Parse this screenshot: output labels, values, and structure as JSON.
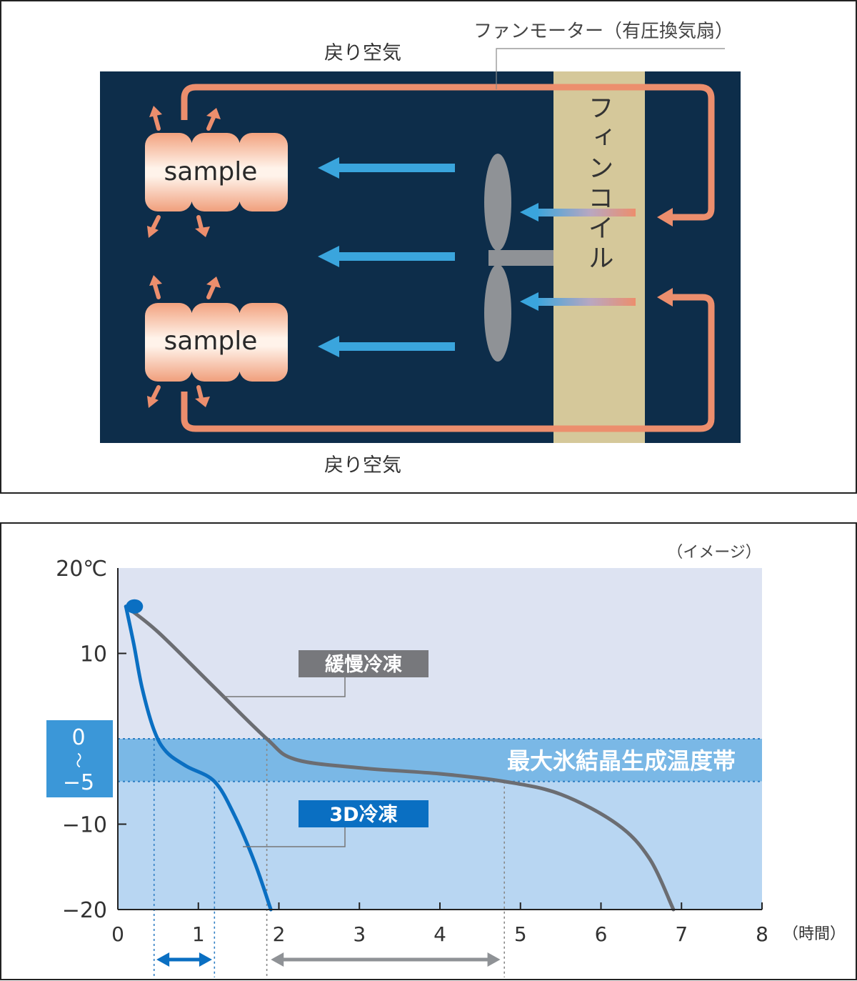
{
  "diagram": {
    "return_air_top": "戻り空気",
    "return_air_bottom": "戻り空気",
    "fan_motor_label": "ファンモーター（有圧換気扇）",
    "sample_1": "sample",
    "sample_2": "sample",
    "fin_coil_label": "フィンコイル",
    "colors": {
      "background": "#0d2d4a",
      "coil": "#d5c89a",
      "air_loop": "#ec8e6d",
      "cold_air": "#3aa5dd",
      "fan": "#8f9296"
    }
  },
  "chart": {
    "note": "（イメージ）",
    "y_unit_label": "20℃",
    "x_unit_label": "（時間）",
    "band_label_top": "0",
    "band_label_mid": "〜",
    "band_label_bottom": "−5",
    "band_title": "最大氷結晶生成温度帯",
    "slow_freeze_label": "緩慢冷凍",
    "fast_freeze_label": "3D冷凍",
    "colors": {
      "plot_bg": "#dde3f2",
      "band": "#7ab8e6",
      "below_band": "#b8d6f2",
      "slow": "#6b6d72",
      "fast": "#0a6fc2",
      "label_box_slow": "#77787c",
      "label_box_fast": "#0a6fc2"
    }
  },
  "chart_data": {
    "type": "line",
    "xlim": [
      0,
      8
    ],
    "ylim": [
      -20,
      20
    ],
    "x_ticks": [
      "0",
      "1",
      "2",
      "3",
      "4",
      "5",
      "6",
      "7",
      "8"
    ],
    "y_ticks": [
      "10",
      "−10",
      "−20"
    ],
    "band": [
      -5,
      0
    ],
    "series": [
      {
        "name": "緩慢冷凍",
        "points": [
          [
            0.1,
            15.5
          ],
          [
            0.5,
            12.5
          ],
          [
            1.2,
            6
          ],
          [
            1.85,
            0
          ],
          [
            2.2,
            -2.4
          ],
          [
            3,
            -3.4
          ],
          [
            4,
            -4.1
          ],
          [
            4.8,
            -5
          ],
          [
            5.5,
            -6.5
          ],
          [
            6.2,
            -10
          ],
          [
            6.6,
            -14
          ],
          [
            6.9,
            -20
          ]
        ]
      },
      {
        "name": "3D冷凍",
        "points": [
          [
            0.1,
            15.5
          ],
          [
            0.2,
            11
          ],
          [
            0.3,
            6
          ],
          [
            0.45,
            1
          ],
          [
            0.6,
            -1.5
          ],
          [
            0.85,
            -3.2
          ],
          [
            1.2,
            -5
          ],
          [
            1.45,
            -9
          ],
          [
            1.7,
            -14.5
          ],
          [
            1.9,
            -20
          ]
        ]
      }
    ],
    "markers": {
      "start_point": [
        0.1,
        15.5
      ],
      "fast_band_span": [
        0.45,
        1.2
      ],
      "slow_band_span": [
        1.85,
        4.8
      ]
    }
  }
}
